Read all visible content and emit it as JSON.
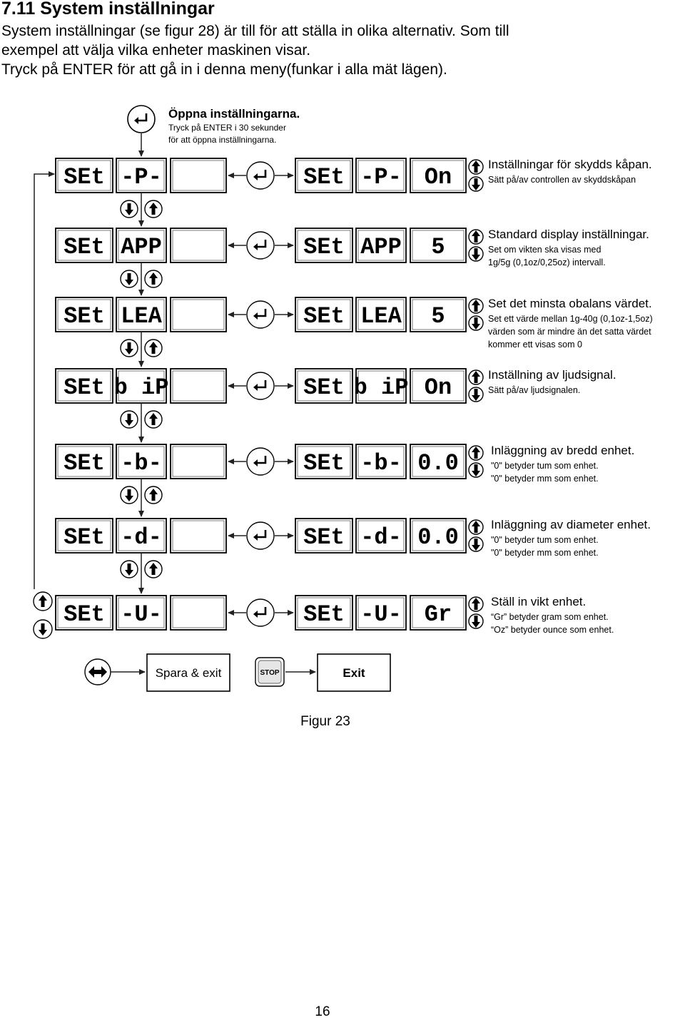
{
  "heading": "7.11 System inställningar",
  "intro": [
    "System inställningar (se figur 28) är till för att ställa in olika alternativ. Som till",
    "exempel att välja vilka enheter maskinen visar.",
    "Tryck på ENTER för att gå in i denna meny(funkar i alla mät lägen)."
  ],
  "open_step": {
    "title": "Öppna inställningarna.",
    "lines": [
      "Tryck på ENTER i 30 sekunder",
      "för att öppna inställningarna."
    ]
  },
  "rows": [
    {
      "d1": "SEt",
      "d2": "-P-",
      "result": "On",
      "title": "Inställningar för skydds kåpan.",
      "desc": [
        "Sätt på/av controllen av skyddskåpan"
      ]
    },
    {
      "d1": "SEt",
      "d2": "APP",
      "result": "5",
      "title": "Standard display inställningar.",
      "desc": [
        "Set om vikten ska visas med",
        "1g/5g (0,1oz/0,25oz) intervall."
      ]
    },
    {
      "d1": "SEt",
      "d2": "LEA",
      "result": "5",
      "title": "Set det minsta obalans värdet.",
      "desc": [
        "Set ett värde mellan 1g-40g (0,1oz-1,5oz)",
        "värden som är mindre än det satta värdet",
        "kommer ett visas som 0"
      ]
    },
    {
      "d1": "SEt",
      "d2": "b iP",
      "result": "On",
      "title": "Inställning av ljudsignal.",
      "desc": [
        "Sätt på/av ljudsignalen."
      ]
    },
    {
      "d1": "SEt",
      "d2": "-b-",
      "result": "0.0",
      "title": "Inläggning av bredd enhet.",
      "desc": [
        "\"0\" betyder tum som enhet.",
        "\"0\" betyder mm som enhet."
      ]
    },
    {
      "d1": "SEt",
      "d2": "-d-",
      "result": "0.0",
      "title": "Inläggning av diameter enhet.",
      "desc": [
        "\"0\" betyder tum som enhet.",
        "\"0\" betyder mm som enhet."
      ]
    },
    {
      "d1": "SEt",
      "d2": "-U-",
      "result": "Gr",
      "title": "Ställ in vikt enhet.",
      "desc": [
        "“Gr” betyder gram som enhet.",
        "“Oz” betyder ounce som enhet."
      ]
    }
  ],
  "bottom": {
    "save_exit": "Spara & exit",
    "stop_label": "STOP",
    "exit": "Exit"
  },
  "caption": "Figur 23",
  "page_number": "16",
  "icons": {
    "enter": "enter-key-icon",
    "up": "arrow-up-button-icon",
    "down": "arrow-down-button-icon",
    "both": "left-right-double-arrow-icon",
    "stop": "stop-button-icon"
  }
}
